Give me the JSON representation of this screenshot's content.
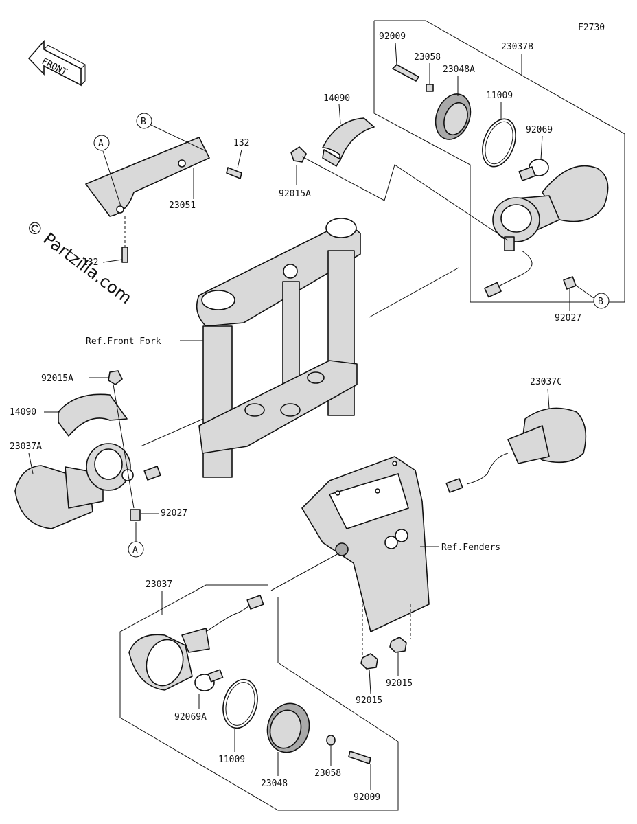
{
  "diagram_code": "F2730",
  "front_label": "FRONT",
  "watermark": "© Partzilla.com",
  "references": {
    "front_fork": "Ref.Front Fork",
    "fenders": "Ref.Fenders"
  },
  "callouts": {
    "A": "A",
    "B": "B"
  },
  "parts": {
    "p92009_top": "92009",
    "p23058_top": "23058",
    "p23037B": "23037B",
    "p23048A": "23048A",
    "p14090_top": "14090",
    "p11009_top": "11009",
    "p92069": "92069",
    "p132_top": "132",
    "p23051": "23051",
    "p92015A_top": "92015A",
    "p132_left": "132",
    "p92027_top": "92027",
    "p92015A_left": "92015A",
    "p14090_left": "14090",
    "p23037A": "23037A",
    "p92027_left": "92027",
    "p23037C": "23037C",
    "p23037": "23037",
    "p92069A": "92069A",
    "p11009_bottom": "11009",
    "p23048": "23048",
    "p23058_bottom": "23058",
    "p92009_bottom": "92009",
    "p92015_mid": "92015",
    "p92015_low": "92015"
  }
}
